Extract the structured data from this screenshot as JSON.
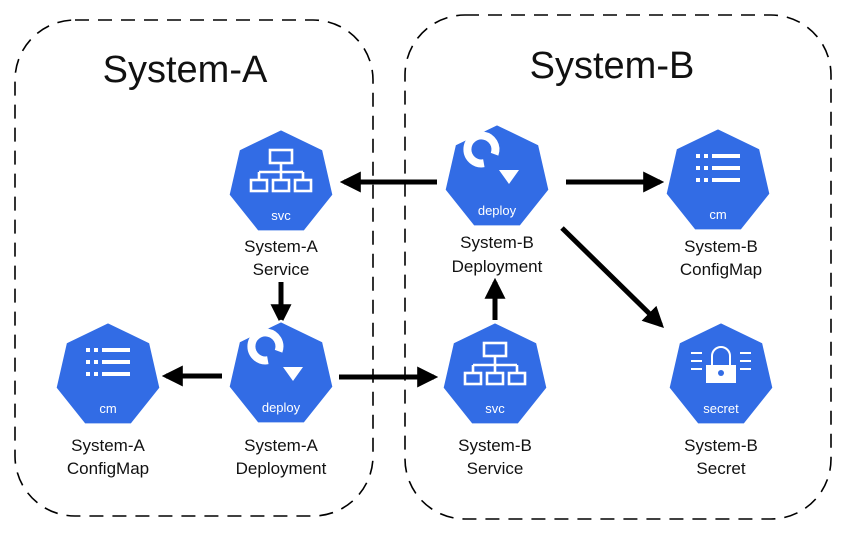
{
  "colors": {
    "k8s_blue": "#326ce5",
    "icon_stroke": "#ffffff",
    "arrow": "#000000",
    "boundary": "#000000"
  },
  "groups": {
    "system_a": {
      "title": "System-A"
    },
    "system_b": {
      "title": "System-B"
    }
  },
  "nodes": {
    "a_service": {
      "kind": "svc",
      "icon": "service-icon",
      "line1": "System-A",
      "line2": "Service"
    },
    "a_deployment": {
      "kind": "deploy",
      "icon": "deployment-icon",
      "line1": "System-A",
      "line2": "Deployment"
    },
    "a_configmap": {
      "kind": "cm",
      "icon": "configmap-icon",
      "line1": "System-A",
      "line2": "ConfigMap"
    },
    "b_deployment": {
      "kind": "deploy",
      "icon": "deployment-icon",
      "line1": "System-B",
      "line2": "Deployment"
    },
    "b_configmap": {
      "kind": "cm",
      "icon": "configmap-icon",
      "line1": "System-B",
      "line2": "ConfigMap"
    },
    "b_service": {
      "kind": "svc",
      "icon": "service-icon",
      "line1": "System-B",
      "line2": "Service"
    },
    "b_secret": {
      "kind": "secret",
      "icon": "secret-icon",
      "line1": "System-B",
      "line2": "Secret"
    }
  },
  "edges": [
    {
      "from": "b_deployment",
      "to": "a_service"
    },
    {
      "from": "b_deployment",
      "to": "b_configmap"
    },
    {
      "from": "b_deployment",
      "to": "b_secret"
    },
    {
      "from": "a_service",
      "to": "a_deployment"
    },
    {
      "from": "a_deployment",
      "to": "a_configmap"
    },
    {
      "from": "a_deployment",
      "to": "b_service"
    },
    {
      "from": "b_service",
      "to": "b_deployment"
    }
  ]
}
